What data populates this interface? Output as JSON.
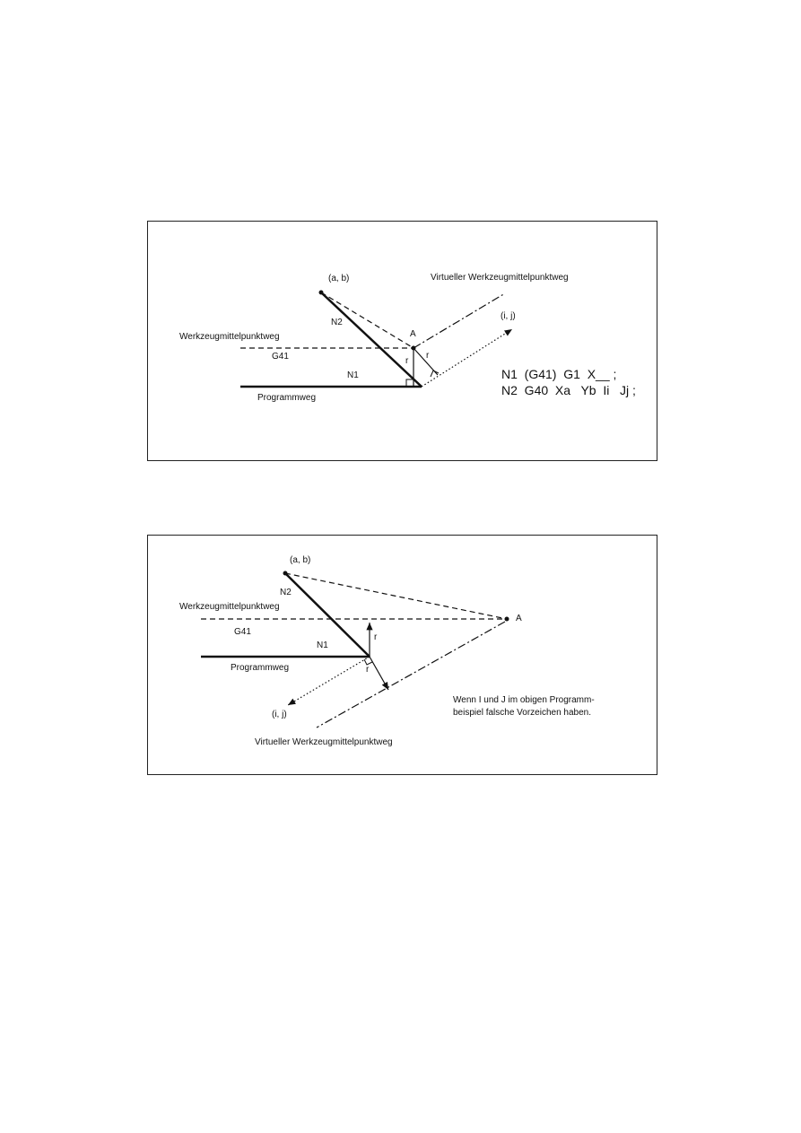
{
  "figure1": {
    "point_ab": "(a, b)",
    "virtual_path": "Virtueller Werkzeugmittelpunktweg",
    "point_ij": "(i, j)",
    "n2": "N2",
    "point_a": "A",
    "tool_center_path": "Werkzeugmittelpunktweg",
    "g41": "G41",
    "r1": "r",
    "r2": "r",
    "n1": "N1",
    "program_path": "Programmweg",
    "code_line1": "N1  (G41)  G1  X__ ;",
    "code_line2": "N2  G40  Xa   Yb  Ii   Jj ;"
  },
  "figure2": {
    "point_ab": "(a, b)",
    "n2": "N2",
    "tool_center_path": "Werkzeugmittelpunktweg",
    "point_a": "A",
    "g41": "G41",
    "r1": "r",
    "n1": "N1",
    "program_path": "Programmweg",
    "r2": "r",
    "point_ij": "(i, j)",
    "virtual_path": "Virtueller Werkzeugmittelpunktweg",
    "note_line1": "Wenn I und J im obigen Programm-",
    "note_line2": "beispiel falsche Vorzeichen haben."
  }
}
